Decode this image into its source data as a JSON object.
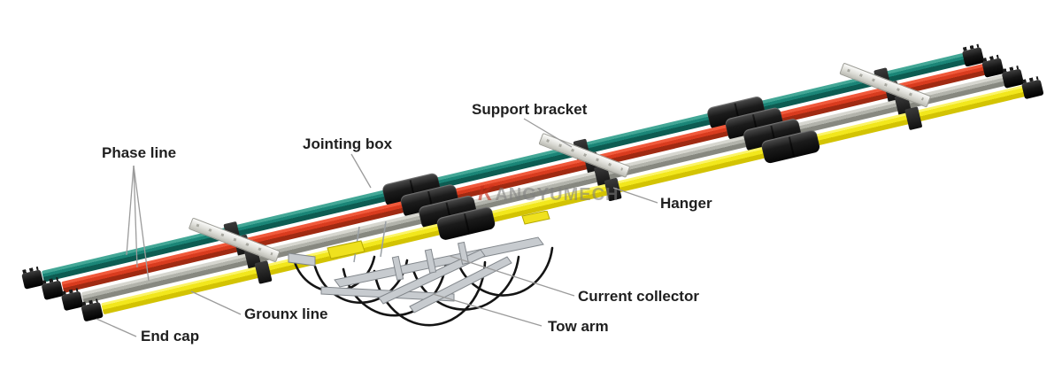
{
  "labels": {
    "phase_line": "Phase line",
    "jointing_box": "Jointing box",
    "support_bracket": "Support bracket",
    "hanger": "Hanger",
    "current_collector": "Current collector",
    "tow_arm": "Tow arm",
    "grounx_line": "Grounx line",
    "end_cap": "End cap"
  },
  "watermark": {
    "logo_letter": "K",
    "text": "ANGYUMECH"
  },
  "colors": {
    "phase_rail_teal": "#1a8577",
    "phase_rail_red": "#d93b1e",
    "phase_rail_grey": "#b2b3ab",
    "ground_rail_yellow": "#f2e71c",
    "hardware_black": "#1b1b1b",
    "bracket_silver": "#e7e7e2",
    "collector_silver": "#c7cbcf",
    "leader_line": "#9b9b9b",
    "label_text": "#1f1f1f",
    "background": "#ffffff"
  }
}
